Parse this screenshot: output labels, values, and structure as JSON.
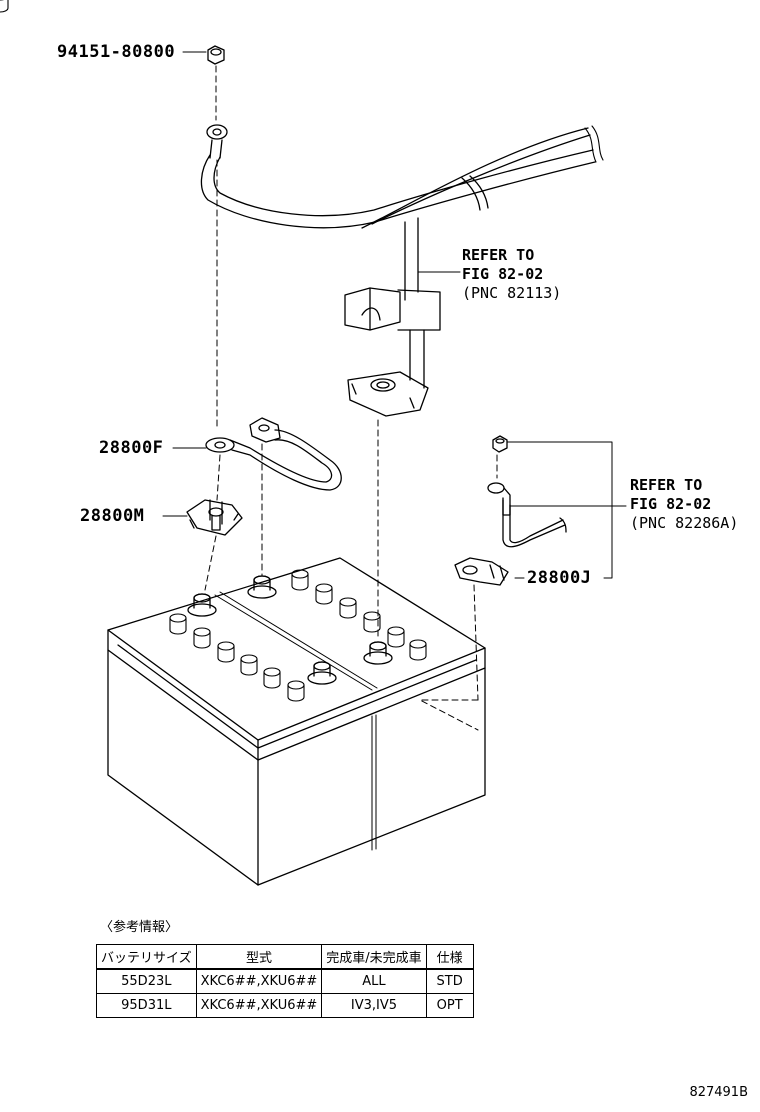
{
  "parts": {
    "nut_top": "94151-80800",
    "terminal_f": "28800F",
    "terminal_m": "28800M",
    "terminal_j": "28800J"
  },
  "refer_upper": {
    "line1": "REFER TO",
    "line2": "FIG 82-02",
    "line3": "(PNC 82113)"
  },
  "refer_right": {
    "line1": "REFER TO",
    "line2": "FIG 82-02",
    "line3": "(PNC 82286A)"
  },
  "note_title": "〈参考情報〉",
  "table": {
    "headers": [
      "バッテリサイズ",
      "型式",
      "完成車/未完成車",
      "仕様"
    ],
    "rows": [
      [
        "55D23L",
        "XKC6##,XKU6##",
        "ALL",
        "STD"
      ],
      [
        "95D31L",
        "XKC6##,XKU6##",
        "IV3,IV5",
        "OPT"
      ]
    ]
  },
  "diagram_code": "827491B"
}
